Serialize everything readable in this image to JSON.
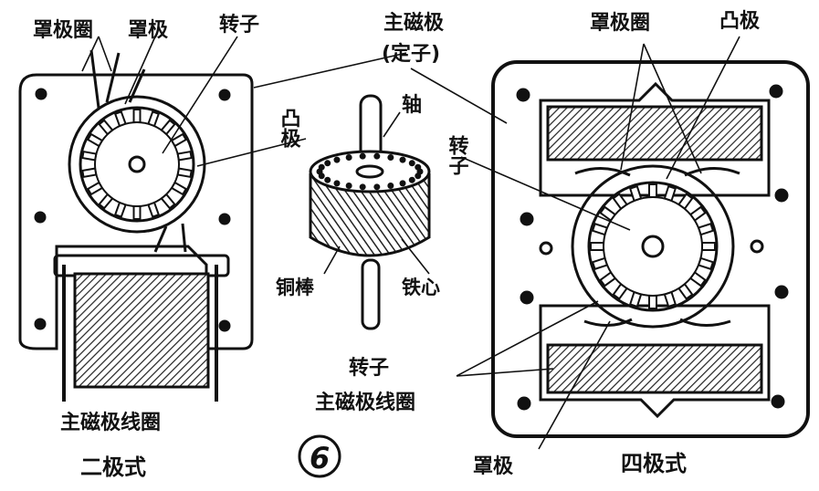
{
  "figure_number": "6",
  "labels": {
    "shading_coil": "罩极圈",
    "shading_pole": "罩极",
    "rotor": "转子",
    "main_pole": "主磁极",
    "stator": "(定子)",
    "convex_pole": "凸极",
    "shaft": "轴",
    "copper_bar": "铜棒",
    "iron_core": "铁心",
    "main_pole_coil": "主磁极线圈",
    "two_pole": "二极式",
    "four_pole": "四极式"
  },
  "colors": {
    "ink": "#111111",
    "paper": "#ffffff",
    "hatch": "#222222"
  }
}
